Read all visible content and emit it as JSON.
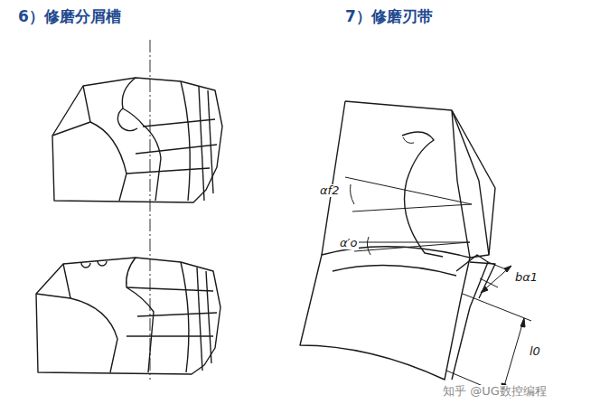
{
  "diagram": {
    "labels": [
      "6）修磨分屑槽",
      "7）修磨刃带",
      "αf2",
      "α′o",
      "bα1",
      "l0",
      "知乎 @UG数控编程"
    ]
  }
}
